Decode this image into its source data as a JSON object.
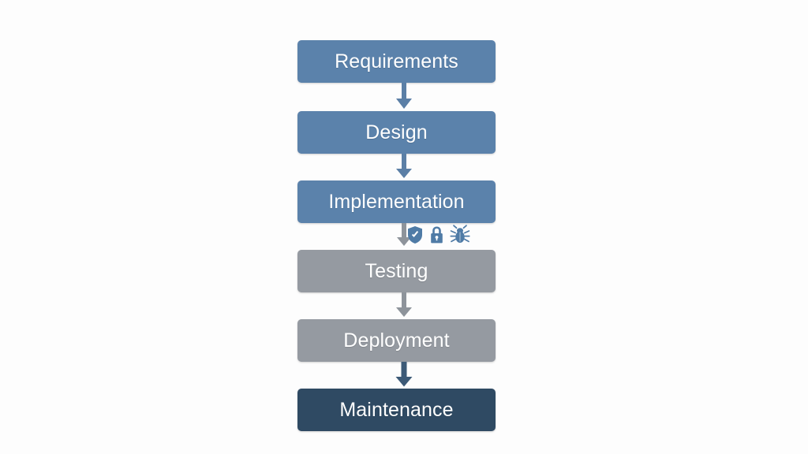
{
  "diagram": {
    "title": "Software Development Lifecycle Flow",
    "type": "vertical-flowchart",
    "background_color": "#fdfdfd",
    "stages": [
      {
        "id": "requirements",
        "label": "Requirements",
        "color": "#5b82ab",
        "text_color": "#ffffff",
        "phase": "development"
      },
      {
        "id": "design",
        "label": "Design",
        "color": "#5b82ab",
        "text_color": "#ffffff",
        "phase": "development"
      },
      {
        "id": "implementation",
        "label": "Implementation",
        "color": "#5b82ab",
        "text_color": "#ffffff",
        "phase": "development"
      },
      {
        "id": "testing",
        "label": "Testing",
        "color": "#959aa1",
        "text_color": "#ffffff",
        "phase": "verification"
      },
      {
        "id": "deployment",
        "label": "Deployment",
        "color": "#959aa1",
        "text_color": "#ffffff",
        "phase": "verification"
      },
      {
        "id": "maintenance",
        "label": "Maintenance",
        "color": "#2f4a63",
        "text_color": "#ffffff",
        "phase": "operations"
      }
    ],
    "connectors": [
      {
        "id": "arrow-requirements-design",
        "from": "requirements",
        "to": "design",
        "color": "#5b7fa6"
      },
      {
        "id": "arrow-design-implementation",
        "from": "design",
        "to": "implementation",
        "color": "#5b7fa6"
      },
      {
        "id": "arrow-implementation-testing",
        "from": "implementation",
        "to": "testing",
        "color": "#8e949b"
      },
      {
        "id": "arrow-testing-deployment",
        "from": "testing",
        "to": "deployment",
        "color": "#8e949b"
      },
      {
        "id": "arrow-deployment-maintenance",
        "from": "deployment",
        "to": "maintenance",
        "color": "#3c5a77"
      }
    ],
    "annotation_icons": {
      "attached_to": "arrow-implementation-testing",
      "color": "#4f7ba6",
      "items": [
        {
          "id": "shield",
          "name": "shield-icon",
          "meaning": "Security"
        },
        {
          "id": "lock",
          "name": "lock-icon",
          "meaning": "Privacy"
        },
        {
          "id": "bug",
          "name": "bug-icon",
          "meaning": "Defects"
        }
      ]
    }
  }
}
